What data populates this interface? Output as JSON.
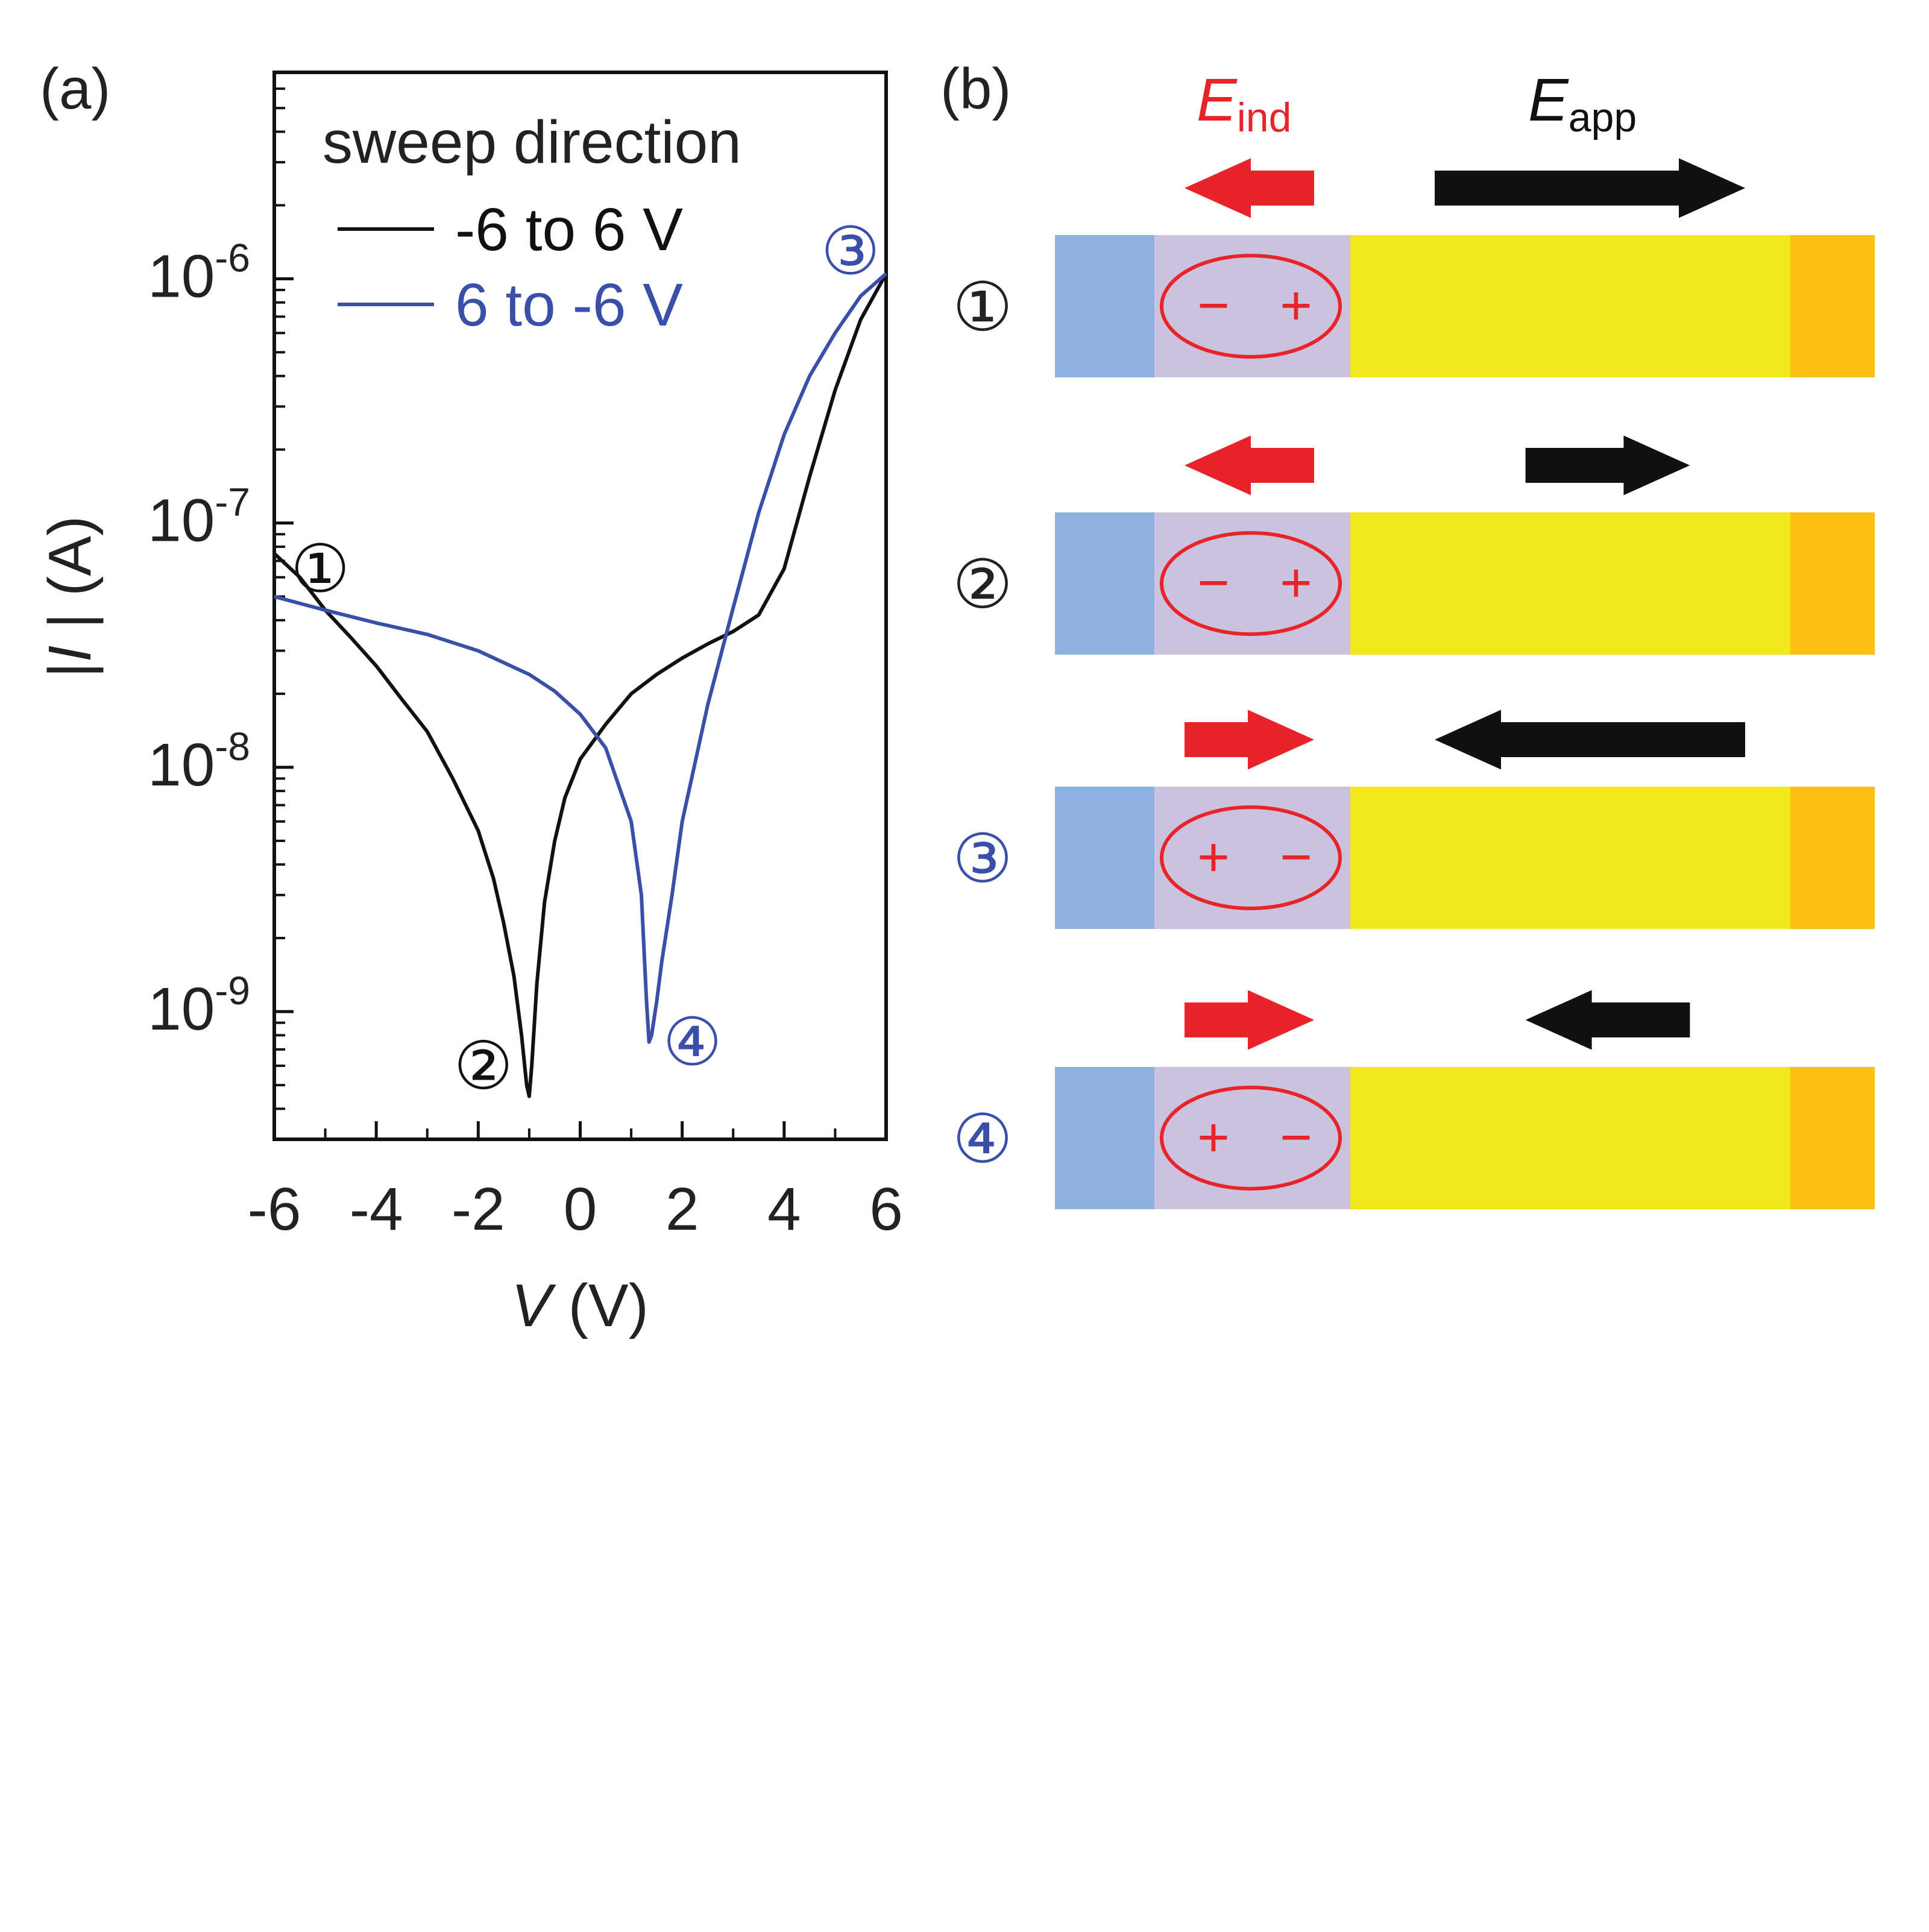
{
  "panel_a": {
    "label": "(a)",
    "legend": {
      "title": "sweep direction"
    },
    "markers": [
      {
        "symbol": "①",
        "x": -5.1,
        "y": 6.5e-08,
        "series": 0
      },
      {
        "symbol": "②",
        "x": -1.9,
        "y": 6e-10,
        "series": 0
      },
      {
        "symbol": "③",
        "x": 5.3,
        "y": 1.3e-06,
        "series": 1
      },
      {
        "symbol": "④",
        "x": 2.2,
        "y": 7.5e-10,
        "series": 1
      }
    ]
  },
  "chart_data": {
    "type": "line",
    "xlabel_italic": "V",
    "xlabel_rest": " (V)",
    "ylabel_pre": "|",
    "ylabel_italic": "I",
    "ylabel_rest": " | (A)",
    "xlim": [
      -6,
      6
    ],
    "ylim": [
      3e-10,
      7e-06
    ],
    "yscale": "log",
    "xticks": [
      -6,
      -4,
      -2,
      0,
      2,
      4,
      6
    ],
    "yticks": [
      {
        "value": 1e-06,
        "base": "10",
        "exp": "-6"
      },
      {
        "value": 1e-07,
        "base": "10",
        "exp": "-7"
      },
      {
        "value": 1e-08,
        "base": "10",
        "exp": "-8"
      },
      {
        "value": 1e-09,
        "base": "10",
        "exp": "-9"
      }
    ],
    "grid": false,
    "legend_position": "top-right",
    "series": [
      {
        "name": "-6 to 6 V",
        "color": "#111111",
        "x": [
          -6,
          -5.5,
          -5,
          -4.5,
          -4,
          -3.5,
          -3,
          -2.5,
          -2,
          -1.7,
          -1.5,
          -1.3,
          -1.15,
          -1.05,
          -1.0,
          -0.95,
          -0.85,
          -0.7,
          -0.5,
          -0.3,
          0,
          0.5,
          1,
          1.5,
          2,
          2.5,
          3,
          3.5,
          4,
          4.5,
          5,
          5.5,
          6
        ],
        "y": [
          7.5e-08,
          6e-08,
          4.4e-08,
          3.4e-08,
          2.6e-08,
          1.9e-08,
          1.4e-08,
          9e-09,
          5.5e-09,
          3.5e-09,
          2.3e-09,
          1.4e-09,
          8e-10,
          5e-10,
          4.5e-10,
          6e-10,
          1.3e-09,
          2.8e-09,
          5e-09,
          7.5e-09,
          1.08e-08,
          1.5e-08,
          2e-08,
          2.4e-08,
          2.8e-08,
          3.2e-08,
          3.6e-08,
          4.2e-08,
          6.5e-08,
          1.55e-07,
          3.5e-07,
          6.8e-07,
          1.05e-06
        ]
      },
      {
        "name": "6 to -6 V",
        "color": "#3a4fa8",
        "x": [
          6,
          5.5,
          5,
          4.5,
          4,
          3.5,
          3,
          2.5,
          2,
          1.8,
          1.6,
          1.5,
          1.4,
          1.35,
          1.3,
          1.2,
          1.0,
          0.5,
          0,
          -0.5,
          -1,
          -2,
          -3,
          -4,
          -5,
          -6
        ],
        "y": [
          1.05e-06,
          8.5e-07,
          6e-07,
          4e-07,
          2.3e-07,
          1.1e-07,
          4.5e-08,
          1.8e-08,
          6e-09,
          3e-09,
          1.6e-09,
          1.1e-09,
          8e-10,
          7.5e-10,
          1.1e-09,
          3e-09,
          6e-09,
          1.2e-08,
          1.65e-08,
          2.05e-08,
          2.4e-08,
          3e-08,
          3.5e-08,
          3.9e-08,
          4.4e-08,
          5e-08
        ]
      }
    ]
  },
  "panel_b": {
    "label": "(b)",
    "e_ind": {
      "letter": "E",
      "sub": "ind",
      "color": "#e8232a"
    },
    "e_app": {
      "letter": "E",
      "sub": "app",
      "color": "#111111"
    },
    "layer_colors": {
      "left": "#8eb2e0",
      "middle": "#cbc3dd",
      "main": "#f2e81c",
      "right": "#fbbf16"
    },
    "rows": [
      {
        "symbol": "①",
        "symbol_color": "#222222",
        "charges": [
          "−",
          "+"
        ],
        "ind_direction": "left",
        "app_direction": "right",
        "app_strength": 1.0
      },
      {
        "symbol": "②",
        "symbol_color": "#222222",
        "charges": [
          "−",
          "+"
        ],
        "ind_direction": "left",
        "app_direction": "right",
        "app_strength": 0.4
      },
      {
        "symbol": "③",
        "symbol_color": "#3a4fa8",
        "charges": [
          "+",
          "−"
        ],
        "ind_direction": "right",
        "app_direction": "left",
        "app_strength": 1.0
      },
      {
        "symbol": "④",
        "symbol_color": "#3a4fa8",
        "charges": [
          "+",
          "−"
        ],
        "ind_direction": "right",
        "app_direction": "left",
        "app_strength": 0.4
      }
    ]
  }
}
